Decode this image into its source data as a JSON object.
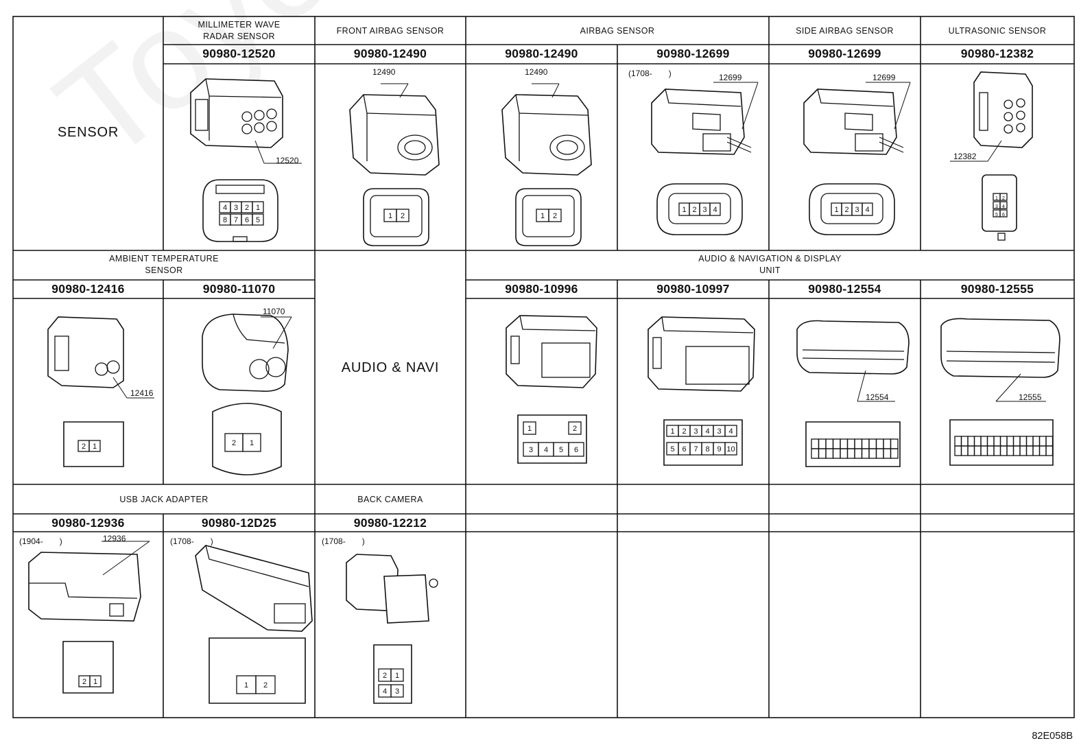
{
  "watermark": "ToyotaCarManual",
  "figure_code": "82E058B",
  "rows": [
    {
      "group_titles": [
        "",
        "MILLIMETER WAVE\nRADAR SENSOR",
        "FRONT AIRBAG SENSOR",
        "AIRBAG SENSOR",
        "SIDE AIRBAG SENSOR",
        "ULTRASONIC SENSOR"
      ],
      "row_label": "SENSOR",
      "part_numbers": [
        "90980-12520",
        "90980-12490",
        "90980-12490",
        "90980-12699",
        "90980-12699",
        "90980-12382"
      ],
      "callouts": [
        "12520",
        "12490",
        "12490",
        "12699",
        "12699",
        "12382"
      ],
      "date_notes": [
        "",
        "",
        "",
        "(1708-　　)",
        "",
        ""
      ]
    },
    {
      "group_titles": [
        "AMBIENT TEMPERATURE\nSENSOR",
        "AUDIO & NAVIGATION & DISPLAY\nUNIT"
      ],
      "row_label": "AUDIO & NAVI",
      "part_numbers": [
        "90980-12416",
        "90980-11070",
        "90980-10996",
        "90980-10997",
        "90980-12554",
        "90980-12555"
      ],
      "callouts": [
        "12416",
        "11070",
        "",
        "",
        "12554",
        "12555"
      ]
    },
    {
      "group_titles": [
        "USB JACK ADAPTER",
        "BACK CAMERA"
      ],
      "part_numbers": [
        "90980-12936",
        "90980-12D25",
        "90980-12212"
      ],
      "callouts": [
        "12936",
        "",
        ""
      ],
      "date_notes": [
        "(1904-　　)",
        "(1708-　　)",
        "(1708-　　)"
      ]
    }
  ],
  "pin_labels": {
    "radar_top": [
      "4",
      "3",
      "2",
      "1"
    ],
    "radar_bottom": [
      "8",
      "7",
      "6",
      "5"
    ],
    "two_pin": [
      "1",
      "2"
    ],
    "four_pin": [
      "1",
      "2",
      "3",
      "4"
    ],
    "ultra": [
      "1",
      "2",
      "3",
      "4",
      "5",
      "6"
    ],
    "ambient": [
      "2",
      "1"
    ],
    "pins_10996_top": [
      "1",
      "2"
    ],
    "pins_10996_bottom": [
      "3",
      "4",
      "5",
      "6"
    ],
    "pins_10997_top": [
      "1",
      "2",
      "3",
      "4"
    ],
    "pins_10997_bottom": [
      "5",
      "6",
      "7",
      "8",
      "9",
      "10"
    ],
    "usb": [
      "2",
      "1"
    ],
    "d25": [
      "1",
      "2"
    ],
    "camera_top": [
      "2",
      "1"
    ],
    "camera_bottom": [
      "4",
      "3"
    ]
  }
}
